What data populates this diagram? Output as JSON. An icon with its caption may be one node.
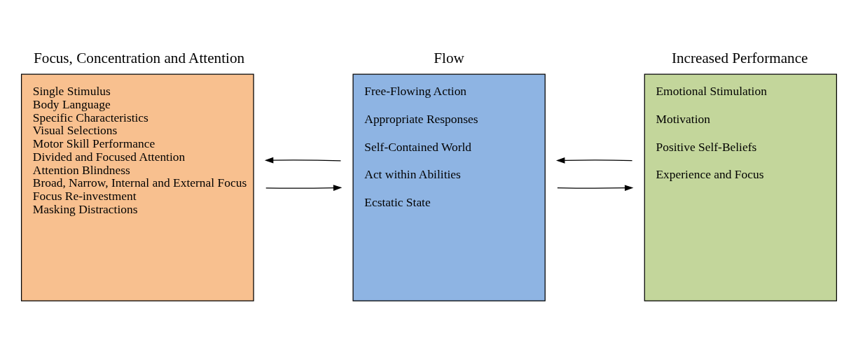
{
  "diagram": {
    "nodes": [
      {
        "text": [
          "Focus, Concentration and Attention",
          "Single Stimulus",
          "Body Language",
          "Specific Characteristics",
          "Visual Selections",
          "Motor Skill Performance",
          "Divided and Focused Attention",
          "Attention Blindness",
          "Broad, Narrow, Internal and External Focus",
          "Focus Re-investment",
          "Masking Distractions"
        ]
      },
      {
        "text": [
          "Flow",
          "Free-Flowing Action",
          "Appropriate Responses",
          "Self-Contained World",
          "Act within Abilities",
          "Ecstatic State"
        ]
      },
      {
        "text": [
          "Increased Performance",
          "Emotional Stimulation",
          "Motivation",
          "Positive Self-Beliefs",
          "Experience and Focus"
        ]
      }
    ],
    "edges": [
      {
        "from": 0,
        "to": 1,
        "arrow": "to"
      },
      {
        "from": 1,
        "to": 2,
        "arrow": "to"
      },
      {
        "from": 2,
        "to": 1,
        "arrow": "to"
      },
      {
        "from": 1,
        "to": 0,
        "arrow": "to"
      }
    ]
  }
}
